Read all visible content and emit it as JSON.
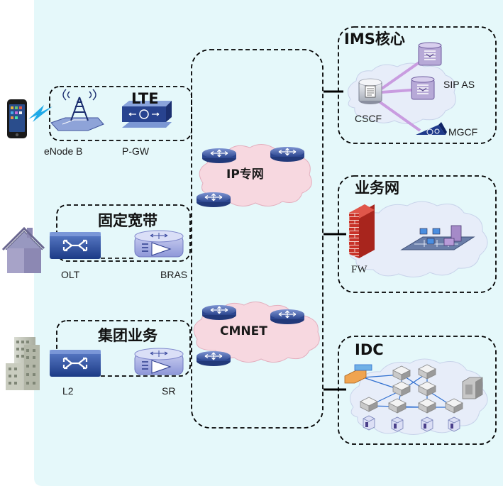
{
  "access": {
    "lte": {
      "title": "LTE",
      "enodeb": "eNode B",
      "pgw": "P-GW"
    },
    "broadband": {
      "title": "固定宽带",
      "olt": "OLT",
      "bras": "BRAS"
    },
    "group": {
      "title": "集团业务",
      "l2": "L2",
      "sr": "SR"
    }
  },
  "core": {
    "ip_private": "IP专网",
    "cmnet": "CMNET"
  },
  "services": {
    "ims": {
      "title": "IMS核心",
      "cscf": "CSCF",
      "sip_as": "SIP AS",
      "mgcf": "MGCF"
    },
    "business": {
      "title": "业务网",
      "fw": "FW"
    },
    "idc": {
      "title": "IDC"
    }
  },
  "colors": {
    "background_panel": "#e5f8fa",
    "core_cloud": "#f7d8e0",
    "service_cloud": "#e7edf9",
    "router": "#3b56a3",
    "ims_link": "#c99ce0",
    "idc_link": "#2f6fd0"
  },
  "icons": [
    "phone-icon",
    "house-icon",
    "office-building-icon",
    "base-station-icon",
    "gateway-icon",
    "switch-icon",
    "router-icon",
    "server-icon",
    "firewall-icon",
    "storage-icon"
  ]
}
